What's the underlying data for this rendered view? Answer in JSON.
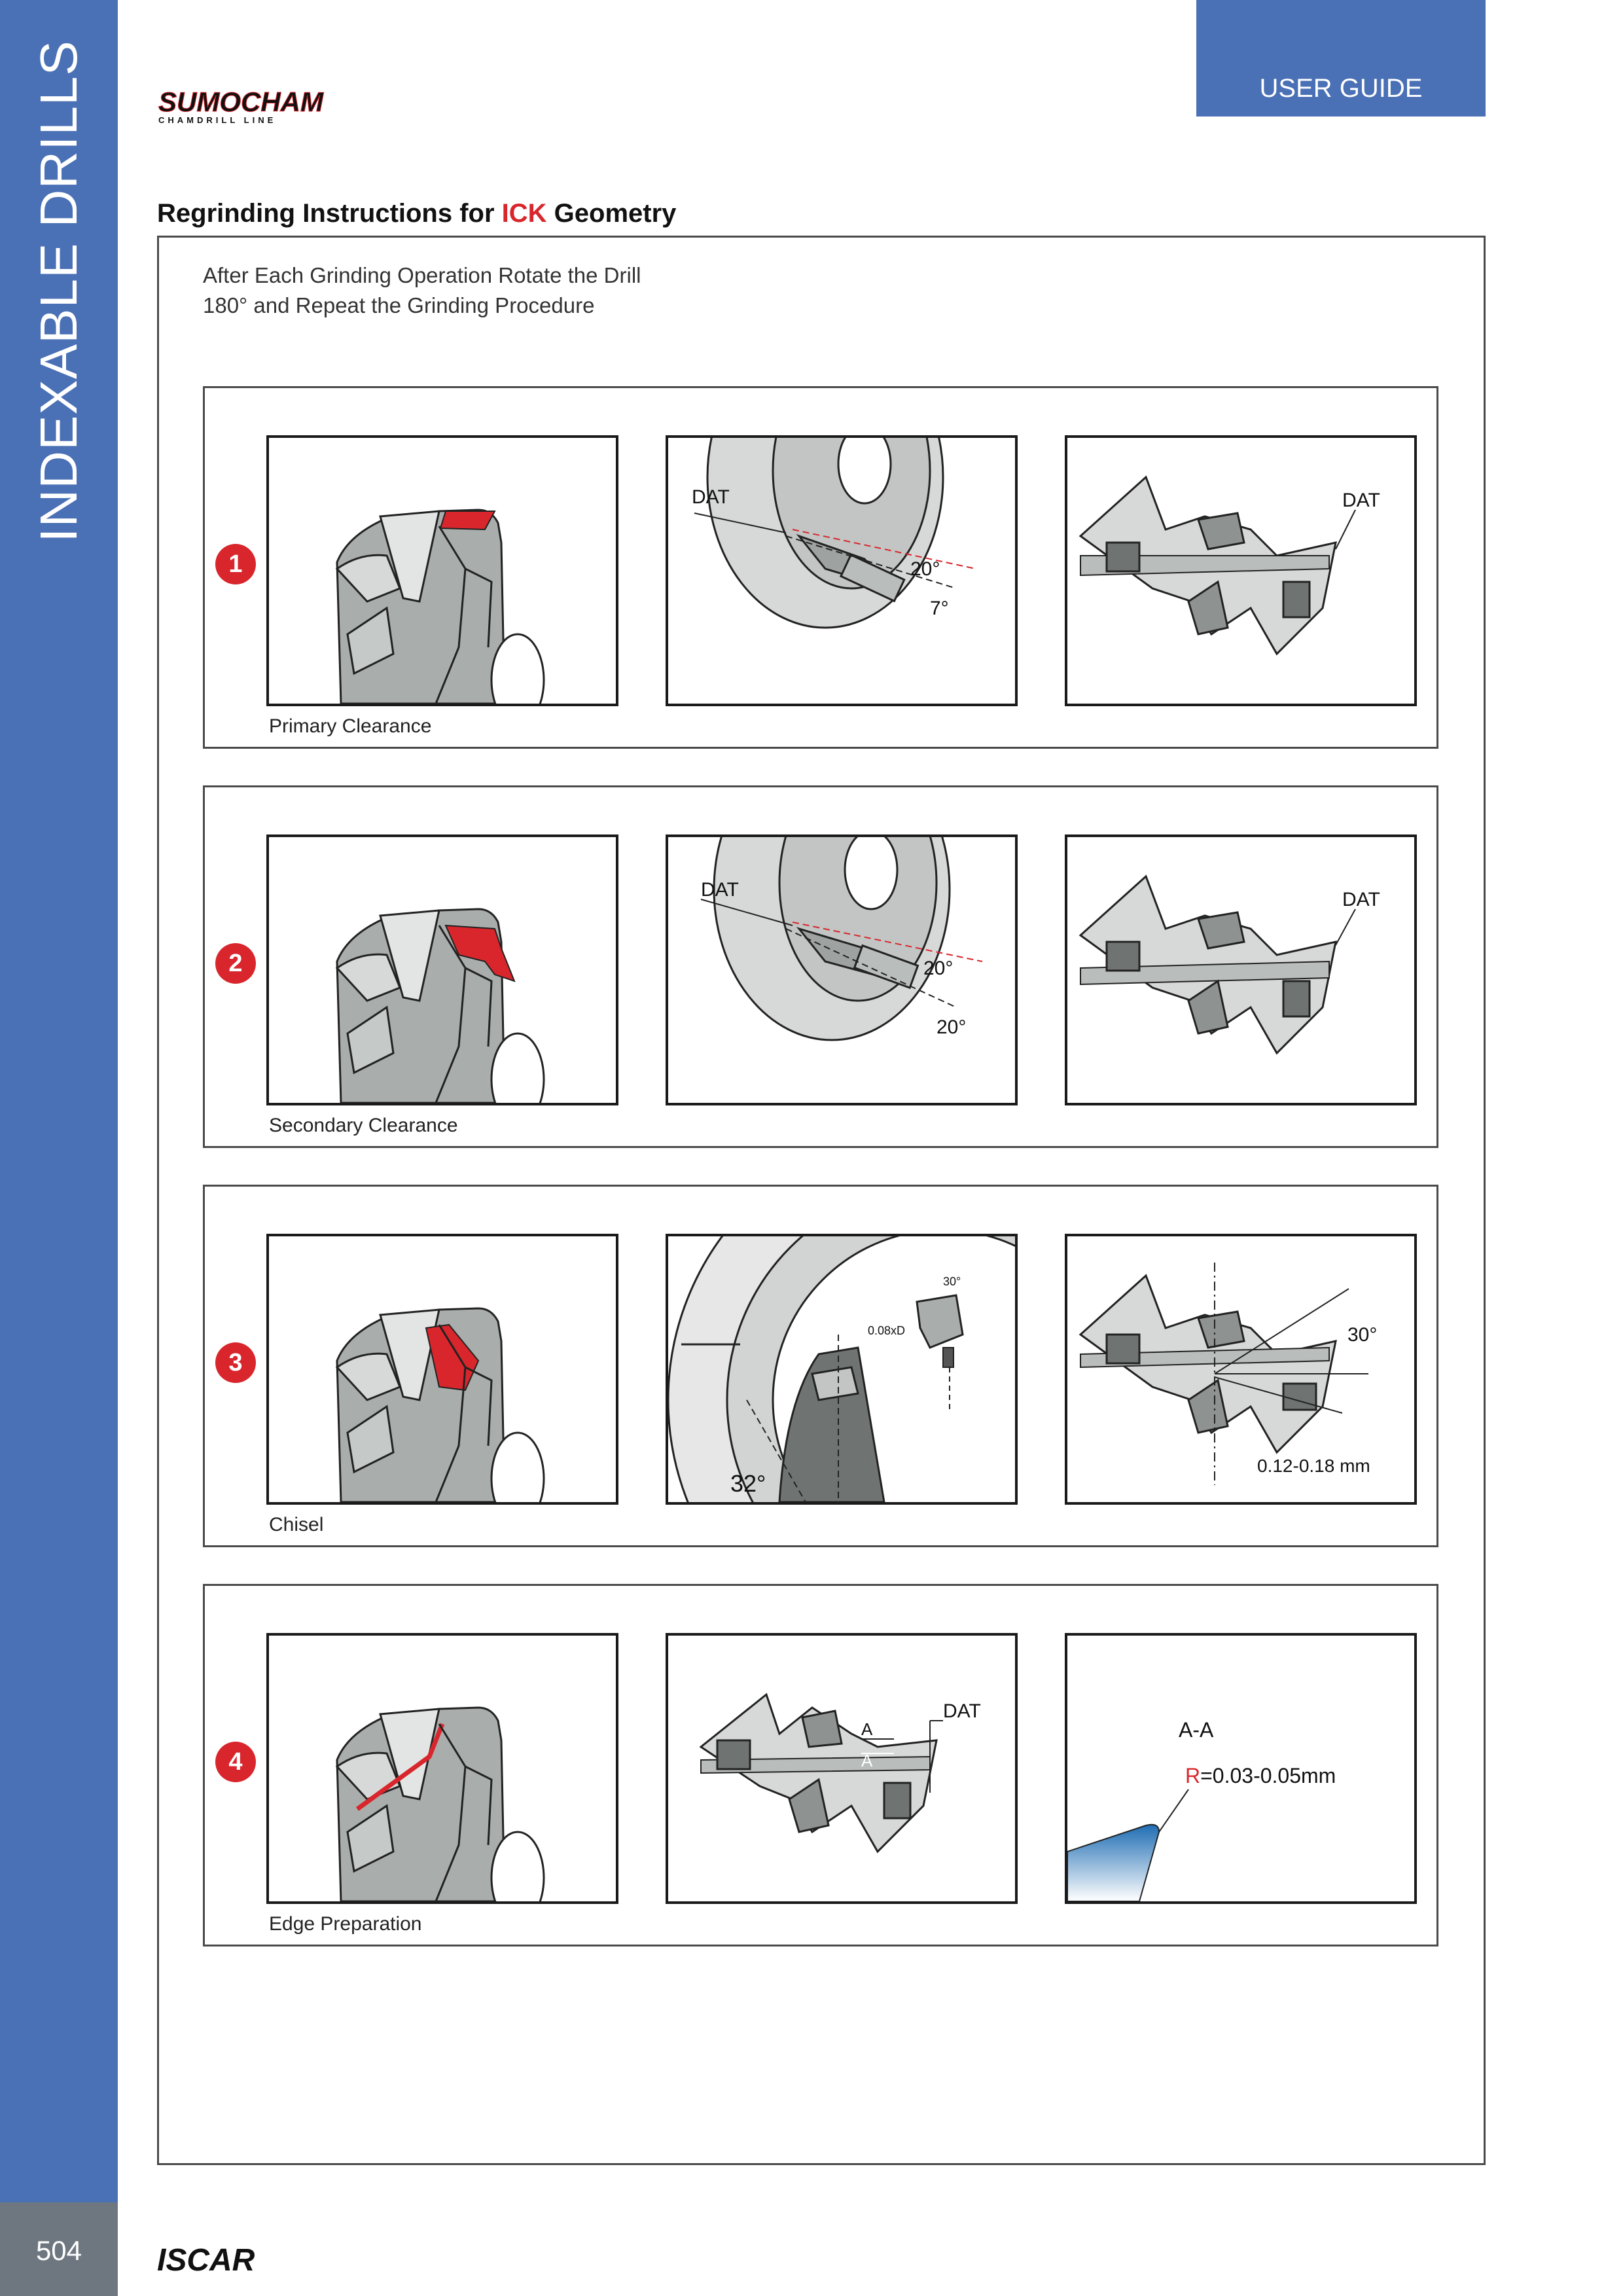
{
  "sidebar": {
    "section_title": "INDEXABLE DRILLS",
    "page_number": "504"
  },
  "header": {
    "tab_label": "USER GUIDE",
    "logo_text": "SUMOCHAM",
    "logo_subtext": "CHAMDRILL LINE"
  },
  "title": {
    "prefix": "Regrinding Instructions for ",
    "accent": "ICK",
    "suffix": " Geometry"
  },
  "intro": {
    "line1": "After Each Grinding Operation Rotate the Drill",
    "line2": "180° and Repeat the Grinding Procedure"
  },
  "steps": [
    {
      "number": "1",
      "caption": "Primary Clearance",
      "dat_label": "DAT",
      "angle_a": "20°",
      "angle_b": "7°"
    },
    {
      "number": "2",
      "caption": "Secondary Clearance",
      "dat_label": "DAT",
      "angle_a": "20°",
      "angle_b": "20°"
    },
    {
      "number": "3",
      "caption": "Chisel",
      "angle_32": "32°",
      "angle_30_small": "30°",
      "dim_small": "0.08xD",
      "angle_30": "30°",
      "dim_range": "0.12-0.18 mm"
    },
    {
      "number": "4",
      "caption": "Edge Preparation",
      "dat_label": "DAT",
      "marker_a": "A",
      "section_label": "A-A",
      "radius_prefix": "R",
      "radius_value": "=0.03-0.05mm"
    }
  ],
  "footer": {
    "brand": "ISCAR"
  },
  "colors": {
    "brand_blue": "#4a70b5",
    "highlight_red": "#d8262c",
    "page_grey": "#6e7780",
    "tool_grey": "#a9aeac",
    "edge_blue": "#1f6db3"
  }
}
